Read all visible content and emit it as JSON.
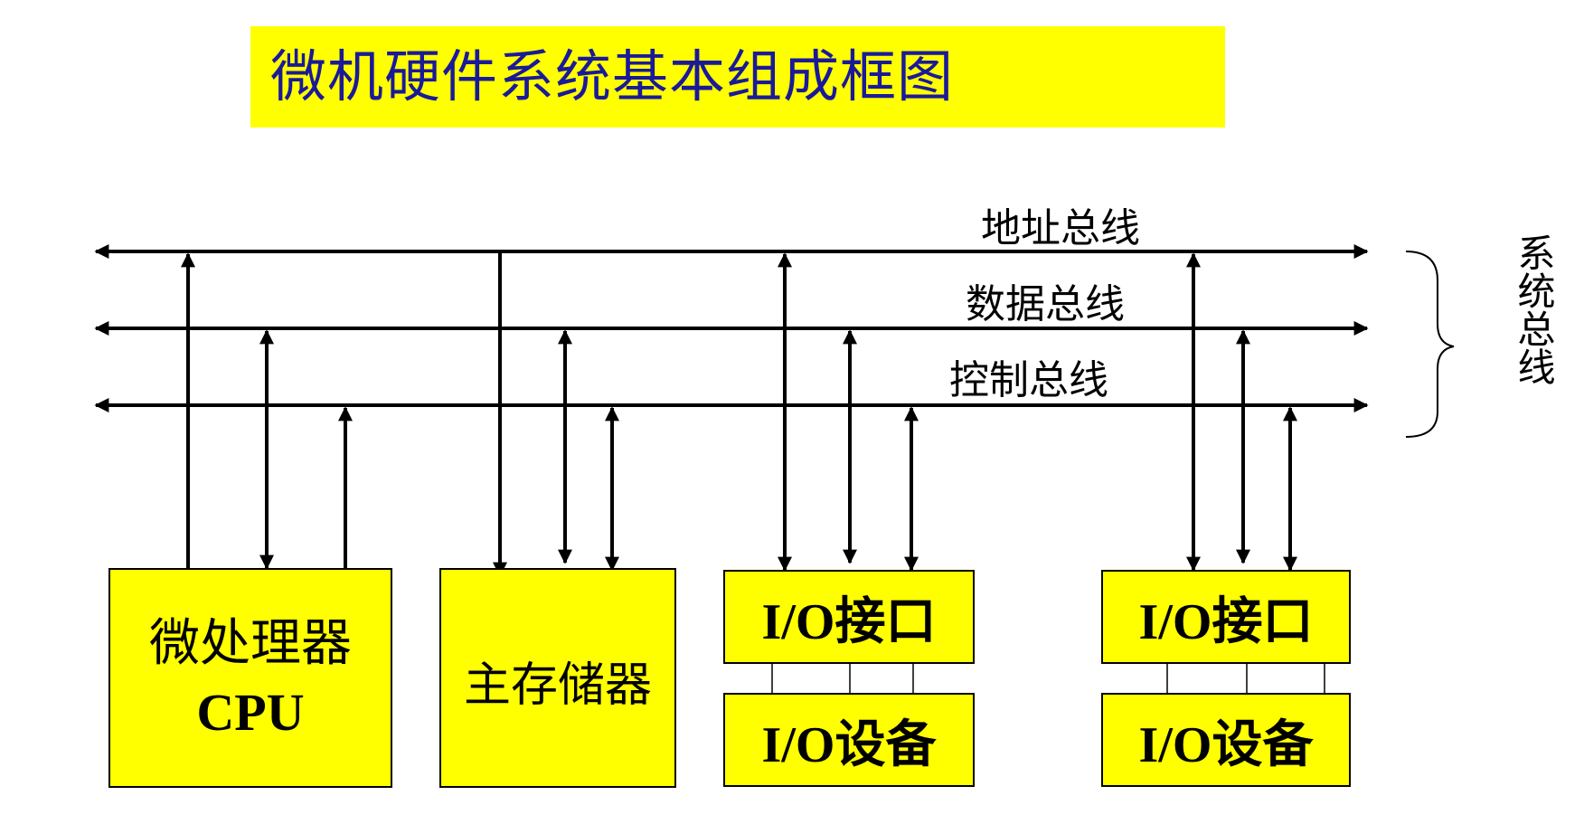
{
  "title": "微机硬件系统基本组成框图",
  "buses": {
    "address": "地址总线",
    "data": "数据总线",
    "control": "控制总线",
    "system": "系统总线"
  },
  "components": {
    "cpu_line1": "微处理器",
    "cpu_line2": "CPU",
    "memory": "主存储器",
    "io_interface_1": "I/O接口",
    "io_device_1": "I/O设备",
    "io_interface_2": "I/O接口",
    "io_device_2": "I/O设备"
  },
  "colors": {
    "box_fill": "#ffff00",
    "title_text": "#1a1a99",
    "lines": "#000000"
  }
}
